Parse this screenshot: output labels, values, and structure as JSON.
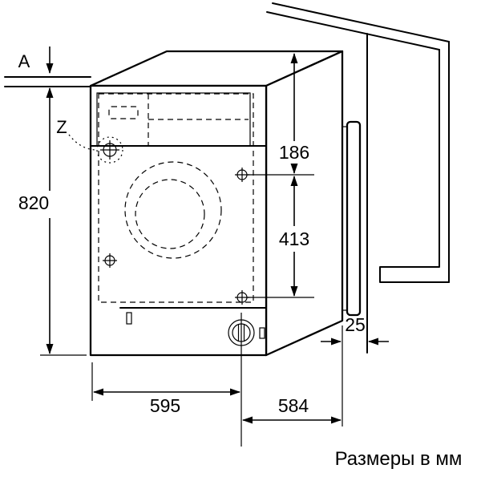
{
  "diagram": {
    "type": "appliance-installation-drawing",
    "caption": "Размеры в мм",
    "labels": {
      "section_a": "A",
      "detail_z": "Z"
    },
    "dimensions": {
      "niche_height_mm": "820",
      "top_offset_mm": "186",
      "hinge_spacing_mm": "413",
      "width_mm": "595",
      "depth_mm": "584",
      "side_gap_mm": "25"
    },
    "colors": {
      "line": "#000000",
      "background": "#ffffff"
    }
  }
}
